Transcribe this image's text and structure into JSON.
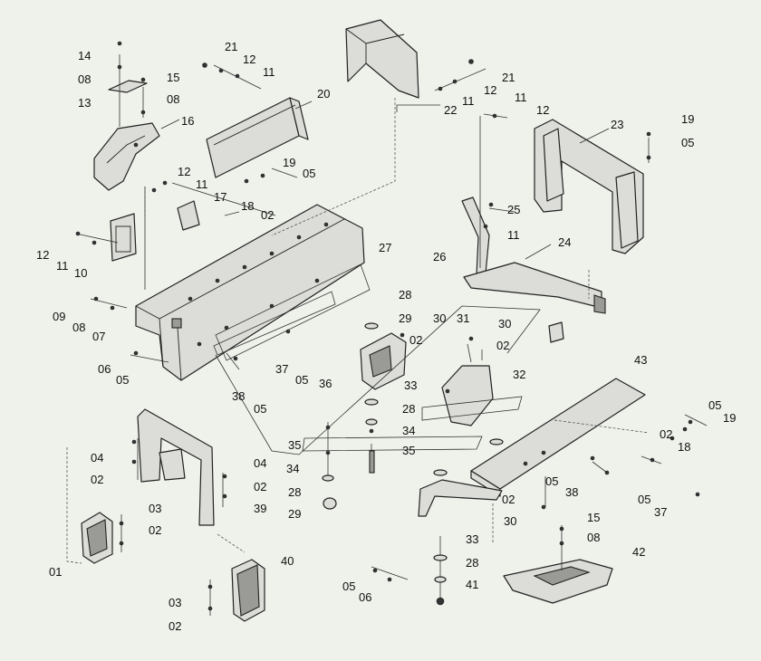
{
  "labels": [
    {
      "id": "l1",
      "text": "14"
    },
    {
      "id": "l2",
      "text": "08"
    },
    {
      "id": "l3",
      "text": "13"
    },
    {
      "id": "l4",
      "text": "15"
    },
    {
      "id": "l5",
      "text": "08"
    },
    {
      "id": "l6",
      "text": "16"
    },
    {
      "id": "l7",
      "text": "21"
    },
    {
      "id": "l8",
      "text": "12"
    },
    {
      "id": "l9",
      "text": "11"
    },
    {
      "id": "l10",
      "text": "20"
    },
    {
      "id": "l11",
      "text": "21"
    },
    {
      "id": "l12",
      "text": "12"
    },
    {
      "id": "l13",
      "text": "11"
    },
    {
      "id": "l14",
      "text": "11"
    },
    {
      "id": "l15",
      "text": "12"
    },
    {
      "id": "l16",
      "text": "22"
    },
    {
      "id": "l17",
      "text": "23"
    },
    {
      "id": "l18",
      "text": "19"
    },
    {
      "id": "l19",
      "text": "05"
    },
    {
      "id": "l20",
      "text": "12"
    },
    {
      "id": "l21",
      "text": "11"
    },
    {
      "id": "l22",
      "text": "17"
    },
    {
      "id": "l23",
      "text": "19"
    },
    {
      "id": "l24",
      "text": "05"
    },
    {
      "id": "l25",
      "text": "18"
    },
    {
      "id": "l26",
      "text": "02"
    },
    {
      "id": "l27",
      "text": "12"
    },
    {
      "id": "l28",
      "text": "11"
    },
    {
      "id": "l29",
      "text": "10"
    },
    {
      "id": "l30",
      "text": "25"
    },
    {
      "id": "l31",
      "text": "11"
    },
    {
      "id": "l32",
      "text": "27"
    },
    {
      "id": "l33",
      "text": "26"
    },
    {
      "id": "l34",
      "text": "24"
    },
    {
      "id": "l35",
      "text": "09"
    },
    {
      "id": "l36",
      "text": "08"
    },
    {
      "id": "l37",
      "text": "07"
    },
    {
      "id": "l38",
      "text": "28"
    },
    {
      "id": "l39",
      "text": "29"
    },
    {
      "id": "l40",
      "text": "30"
    },
    {
      "id": "l41",
      "text": "31"
    },
    {
      "id": "l42",
      "text": "30"
    },
    {
      "id": "l43",
      "text": "02"
    },
    {
      "id": "l44",
      "text": "02"
    },
    {
      "id": "l45",
      "text": "06"
    },
    {
      "id": "l46",
      "text": "05"
    },
    {
      "id": "l47",
      "text": "37"
    },
    {
      "id": "l48",
      "text": "05"
    },
    {
      "id": "l49",
      "text": "36"
    },
    {
      "id": "l50",
      "text": "38"
    },
    {
      "id": "l51",
      "text": "05"
    },
    {
      "id": "l52",
      "text": "33"
    },
    {
      "id": "l53",
      "text": "32"
    },
    {
      "id": "l54",
      "text": "28"
    },
    {
      "id": "l55",
      "text": "43"
    },
    {
      "id": "l56",
      "text": "34"
    },
    {
      "id": "l57",
      "text": "35"
    },
    {
      "id": "l58",
      "text": "35"
    },
    {
      "id": "l59",
      "text": "05"
    },
    {
      "id": "l60",
      "text": "19"
    },
    {
      "id": "l61",
      "text": "02"
    },
    {
      "id": "l62",
      "text": "18"
    },
    {
      "id": "l63",
      "text": "04"
    },
    {
      "id": "l64",
      "text": "04"
    },
    {
      "id": "l65",
      "text": "34"
    },
    {
      "id": "l66",
      "text": "02"
    },
    {
      "id": "l67",
      "text": "02"
    },
    {
      "id": "l68",
      "text": "28"
    },
    {
      "id": "l69",
      "text": "05"
    },
    {
      "id": "l70",
      "text": "38"
    },
    {
      "id": "l71",
      "text": "03"
    },
    {
      "id": "l72",
      "text": "39"
    },
    {
      "id": "l73",
      "text": "29"
    },
    {
      "id": "l74",
      "text": "02"
    },
    {
      "id": "l75",
      "text": "05"
    },
    {
      "id": "l76",
      "text": "37"
    },
    {
      "id": "l77",
      "text": "02"
    },
    {
      "id": "l78",
      "text": "30"
    },
    {
      "id": "l79",
      "text": "15"
    },
    {
      "id": "l80",
      "text": "08"
    },
    {
      "id": "l81",
      "text": "33"
    },
    {
      "id": "l82",
      "text": "01"
    },
    {
      "id": "l83",
      "text": "40"
    },
    {
      "id": "l84",
      "text": "42"
    },
    {
      "id": "l85",
      "text": "28"
    },
    {
      "id": "l86",
      "text": "05"
    },
    {
      "id": "l87",
      "text": "06"
    },
    {
      "id": "l88",
      "text": "41"
    },
    {
      "id": "l89",
      "text": "03"
    },
    {
      "id": "l90",
      "text": "02"
    }
  ]
}
